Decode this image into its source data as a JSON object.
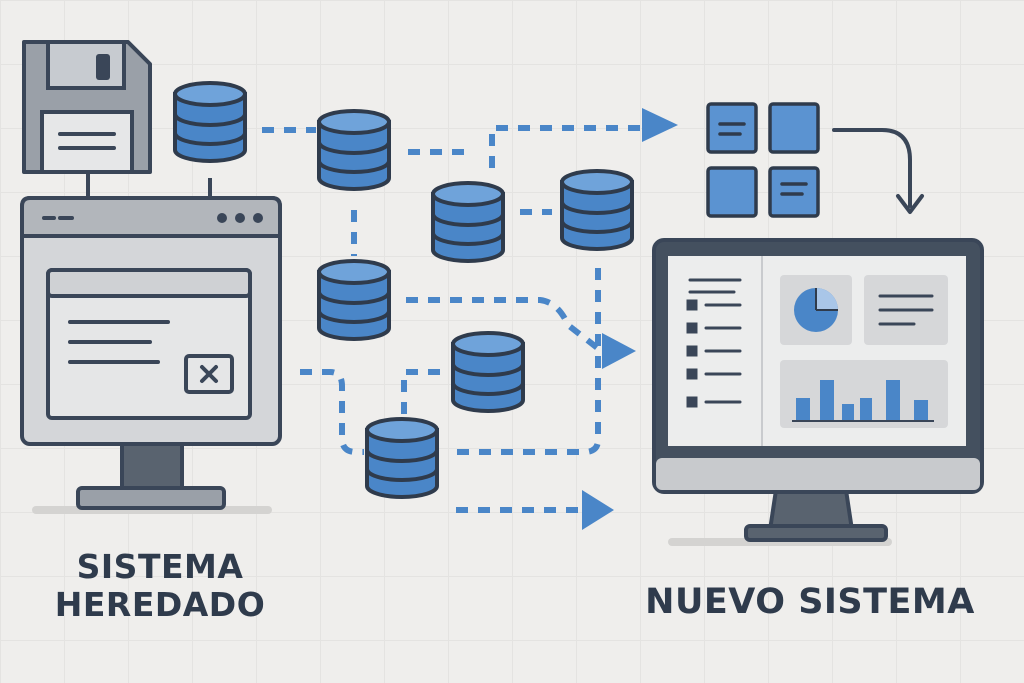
{
  "legacy_system": {
    "label_line1": "SISTEMA",
    "label_line2": "HEREDADO"
  },
  "new_system": {
    "label": "NUEVO SISTEMA"
  },
  "colors": {
    "background": "#efeeec",
    "outline": "#3a4658",
    "blue": "#4a86c8",
    "panel_gray": "#d9d9d9",
    "label_text": "#2f3b4c"
  },
  "icons": {
    "storage": "floppy-disk-icon",
    "legacy_screen": "legacy-computer-icon",
    "database": "database-icon",
    "grid": "app-grid-icon",
    "new_screen": "dashboard-monitor-icon"
  }
}
